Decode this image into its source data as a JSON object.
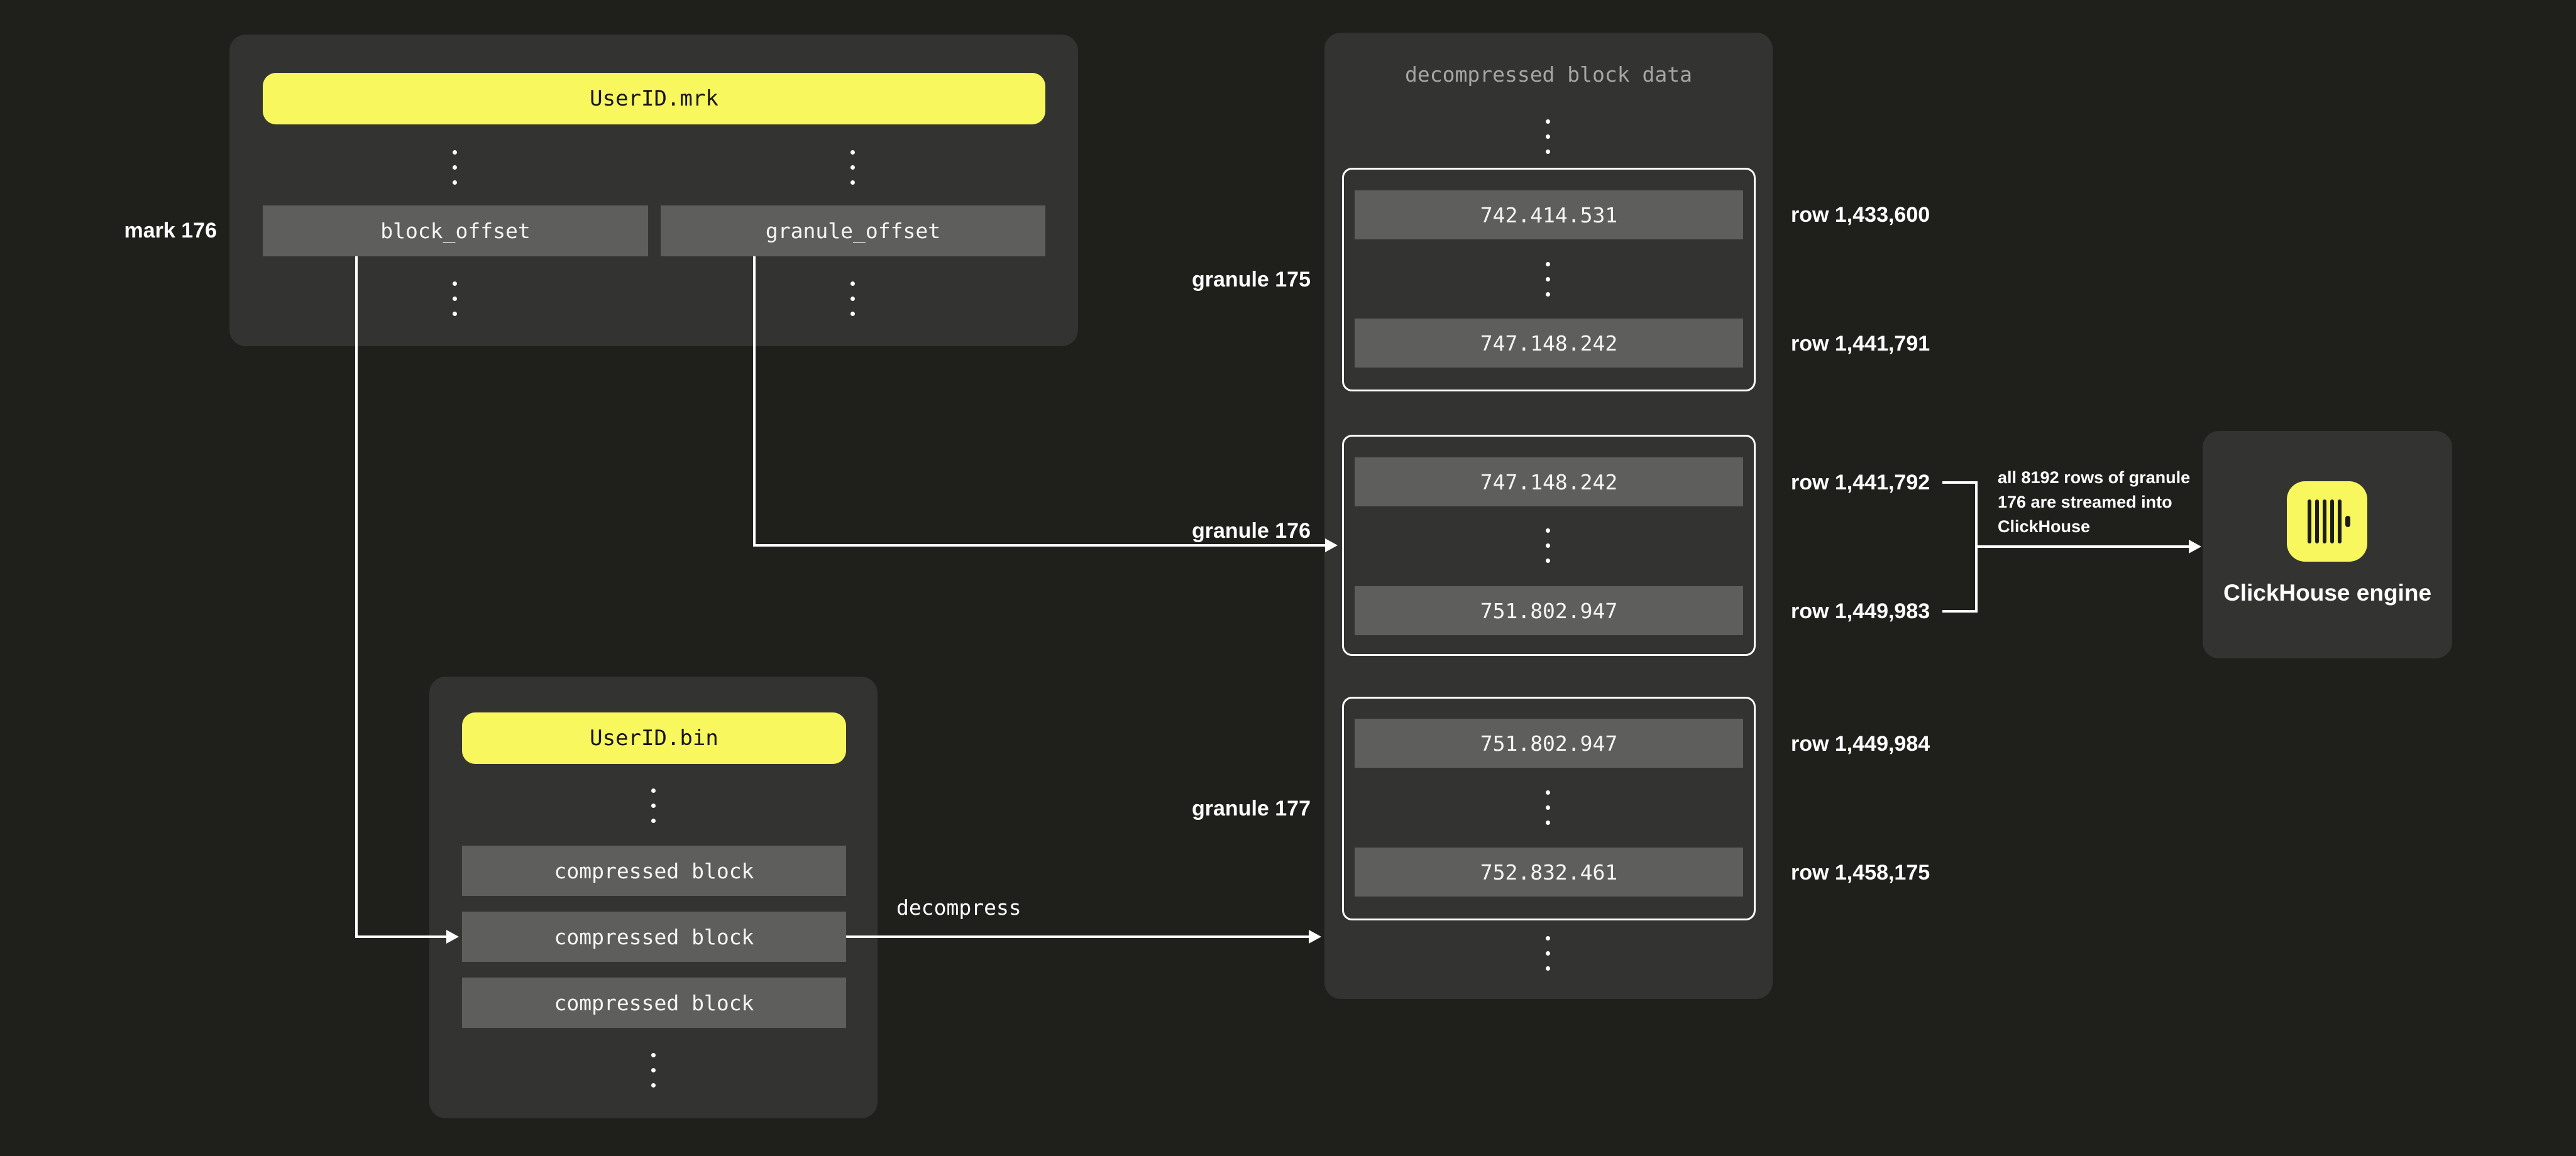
{
  "colors": {
    "background": "#1f1f1c",
    "panel": "#333331",
    "box_gray": "#5e5e5c",
    "accent_yellow": "#f8f75e",
    "line_white": "#ffffff",
    "muted_text": "#a6a6a4"
  },
  "mrk_file": {
    "title": "UserID.mrk",
    "mark_label": "mark 176",
    "fields": [
      {
        "label": "block_offset"
      },
      {
        "label": "granule_offset"
      }
    ]
  },
  "bin_file": {
    "title": "UserID.bin",
    "blocks": [
      {
        "label": "compressed block"
      },
      {
        "label": "compressed block"
      },
      {
        "label": "compressed block"
      }
    ]
  },
  "flow": {
    "decompress_label": "decompress"
  },
  "decompressed": {
    "title": "decompressed block data",
    "granules": [
      {
        "label": "granule 175",
        "first_value": "742.414.531",
        "last_value": "747.148.242",
        "first_row": "row 1,433,600",
        "last_row": "row 1,441,791"
      },
      {
        "label": "granule 176",
        "first_value": "747.148.242",
        "last_value": "751.802.947",
        "first_row": "row 1,441,792",
        "last_row": "row 1,449,983"
      },
      {
        "label": "granule 177",
        "first_value": "751.802.947",
        "last_value": "752.832.461",
        "first_row": "row 1,449,984",
        "last_row": "row 1,458,175"
      }
    ]
  },
  "annotation": {
    "lines": [
      "all 8192 rows of granule",
      "176 are streamed into",
      "ClickHouse"
    ]
  },
  "engine": {
    "label": "ClickHouse engine"
  }
}
